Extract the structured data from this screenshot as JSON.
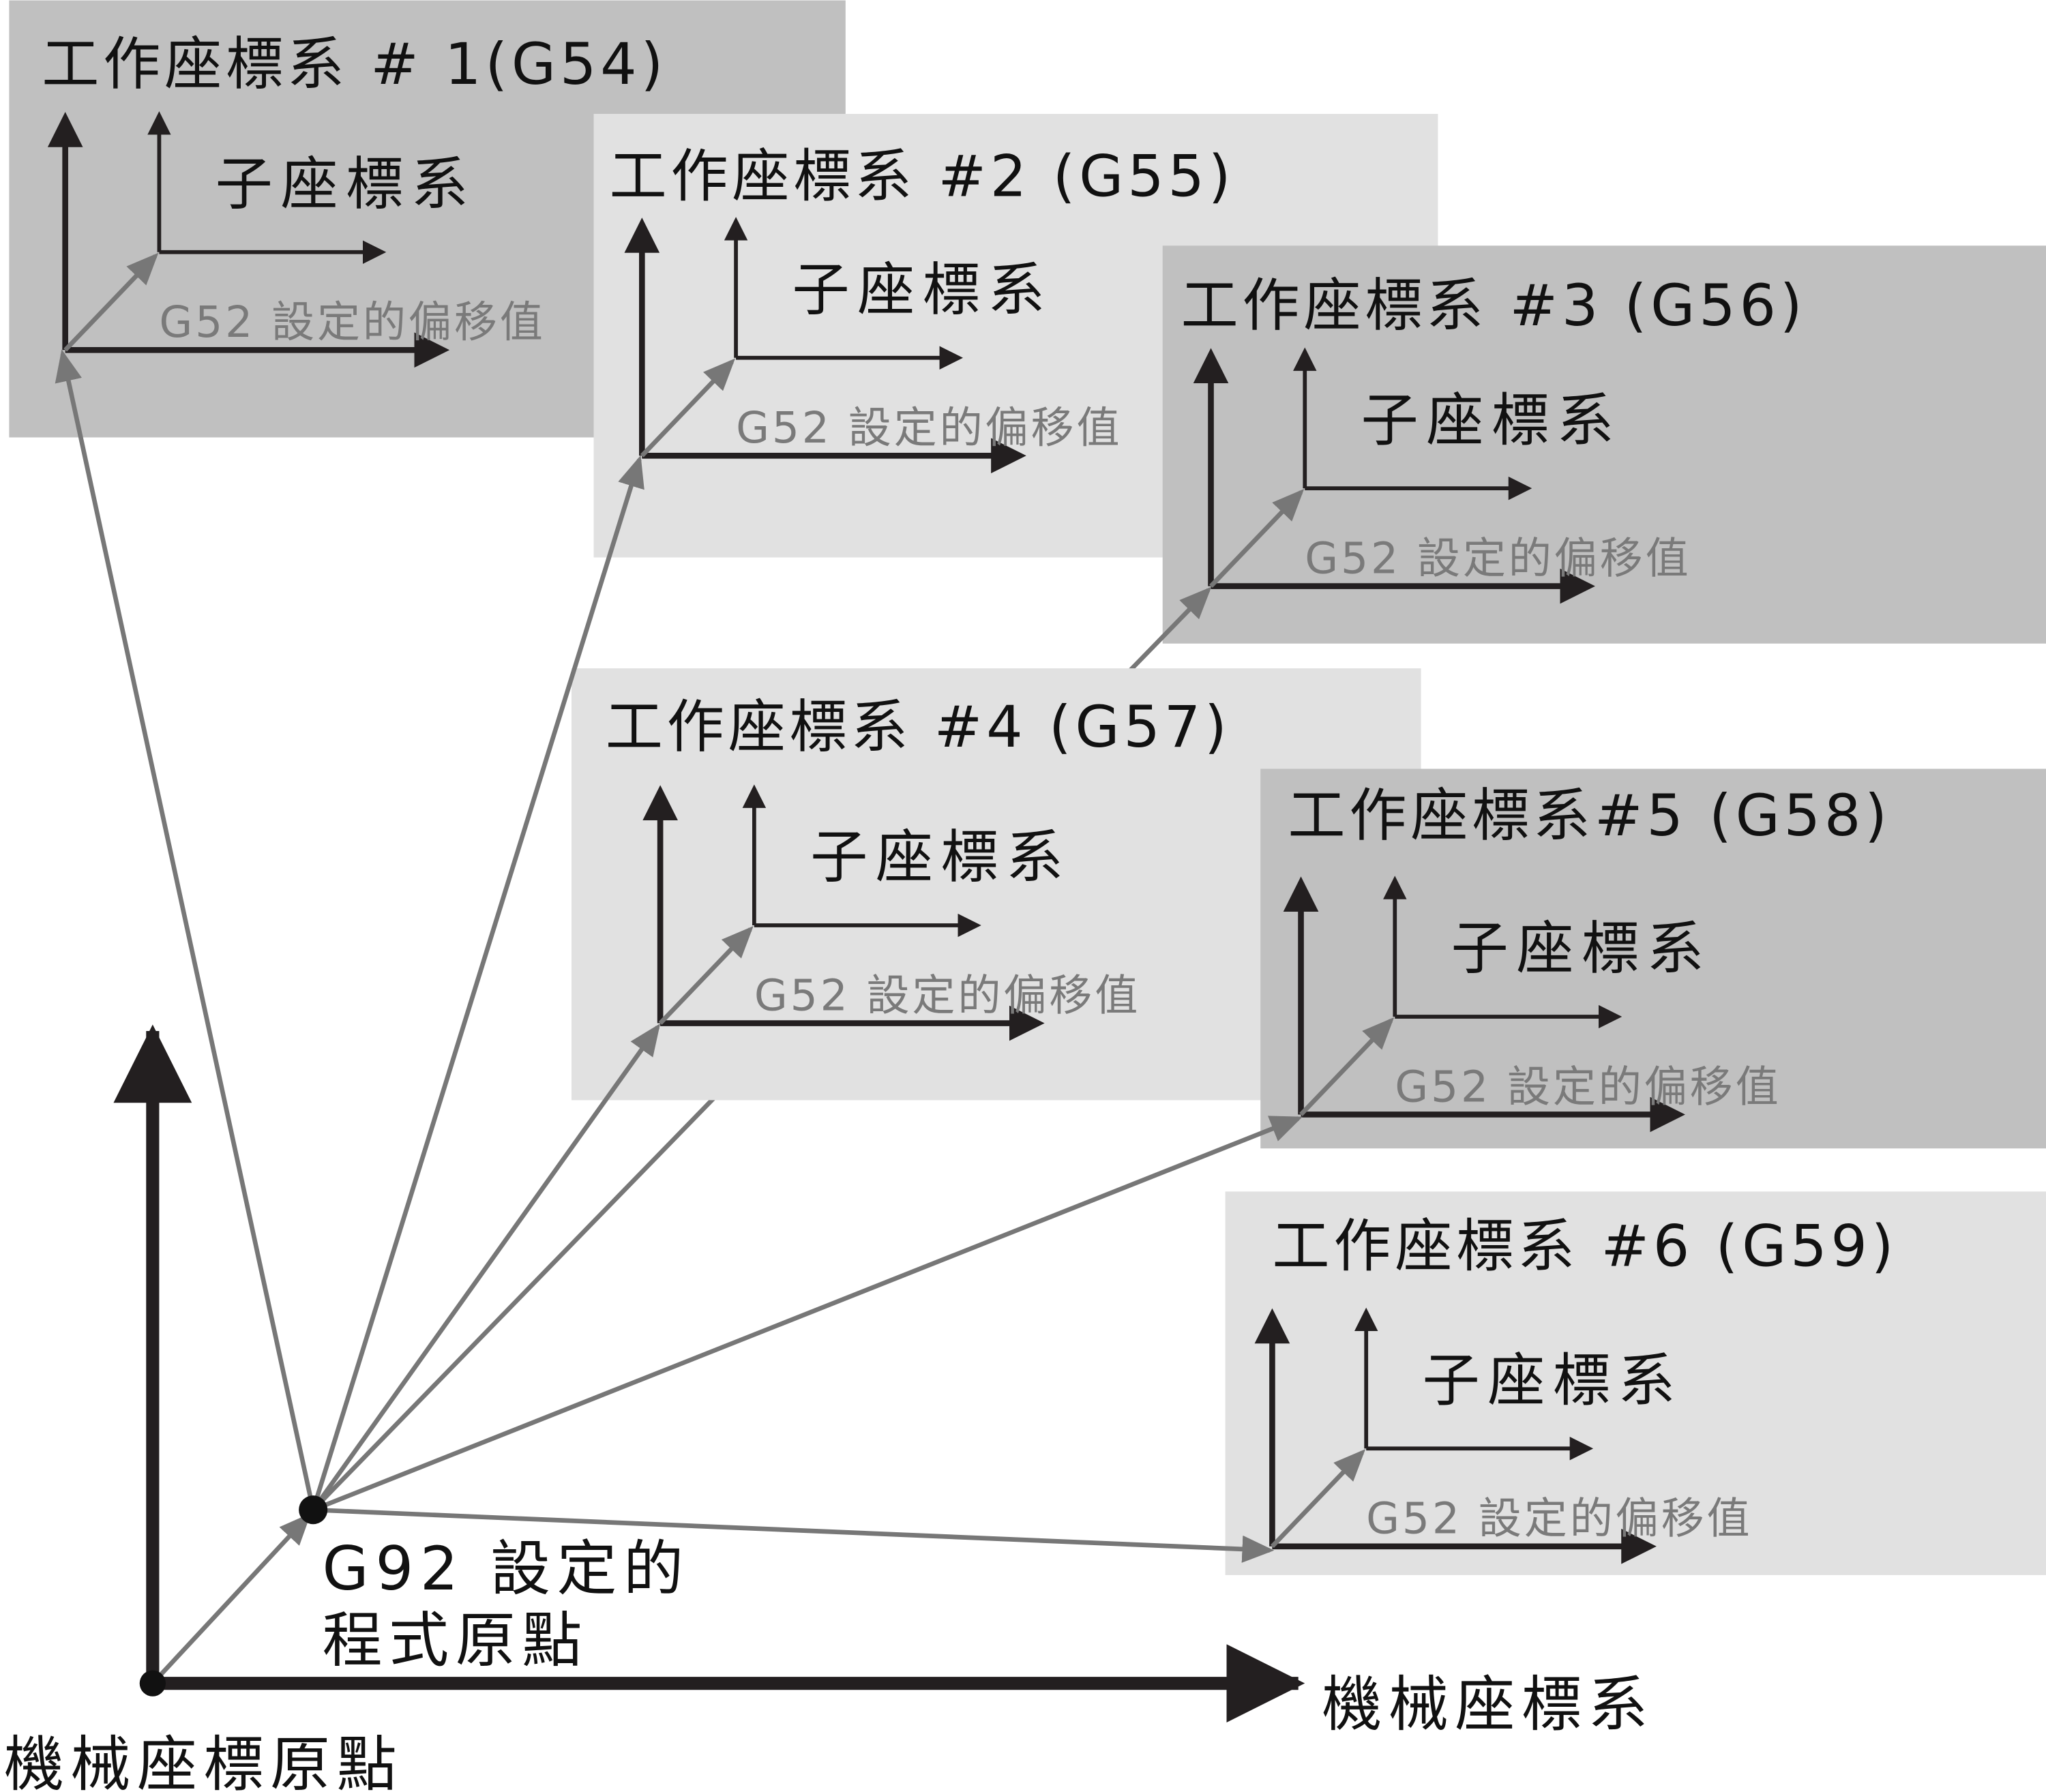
{
  "colors": {
    "dark_box": "#c0c0c0",
    "light_box": "#e1e1e1",
    "axis": "#231f20",
    "offset_arrow": "#777777"
  },
  "work_systems": [
    {
      "title": "工作座標系 # 1(G54)",
      "sub_label": "子座標系",
      "offset_label": "G52 設定的偏移值"
    },
    {
      "title": "工作座標系  #2 (G55)",
      "sub_label": "子座標系",
      "offset_label": "G52 設定的偏移值"
    },
    {
      "title": "工作座標系  #3 (G56)",
      "sub_label": "子座標系",
      "offset_label": "G52 設定的偏移值"
    },
    {
      "title": "工作座標系 #4 (G57)",
      "sub_label": "子座標系",
      "offset_label": "G52 設定的偏移值"
    },
    {
      "title": "工作座標系#5 (G58)",
      "sub_label": "子座標系",
      "offset_label": "G52 設定的偏移值"
    },
    {
      "title": "工作座標系  #6 (G59)",
      "sub_label": "子座標系",
      "offset_label": "G52 設定的偏移值"
    }
  ],
  "program_origin": {
    "line1": "G92 設定的",
    "line2": "程式原點"
  },
  "machine": {
    "axis_label": "機械座標系",
    "origin_label": "機械座標原點"
  }
}
